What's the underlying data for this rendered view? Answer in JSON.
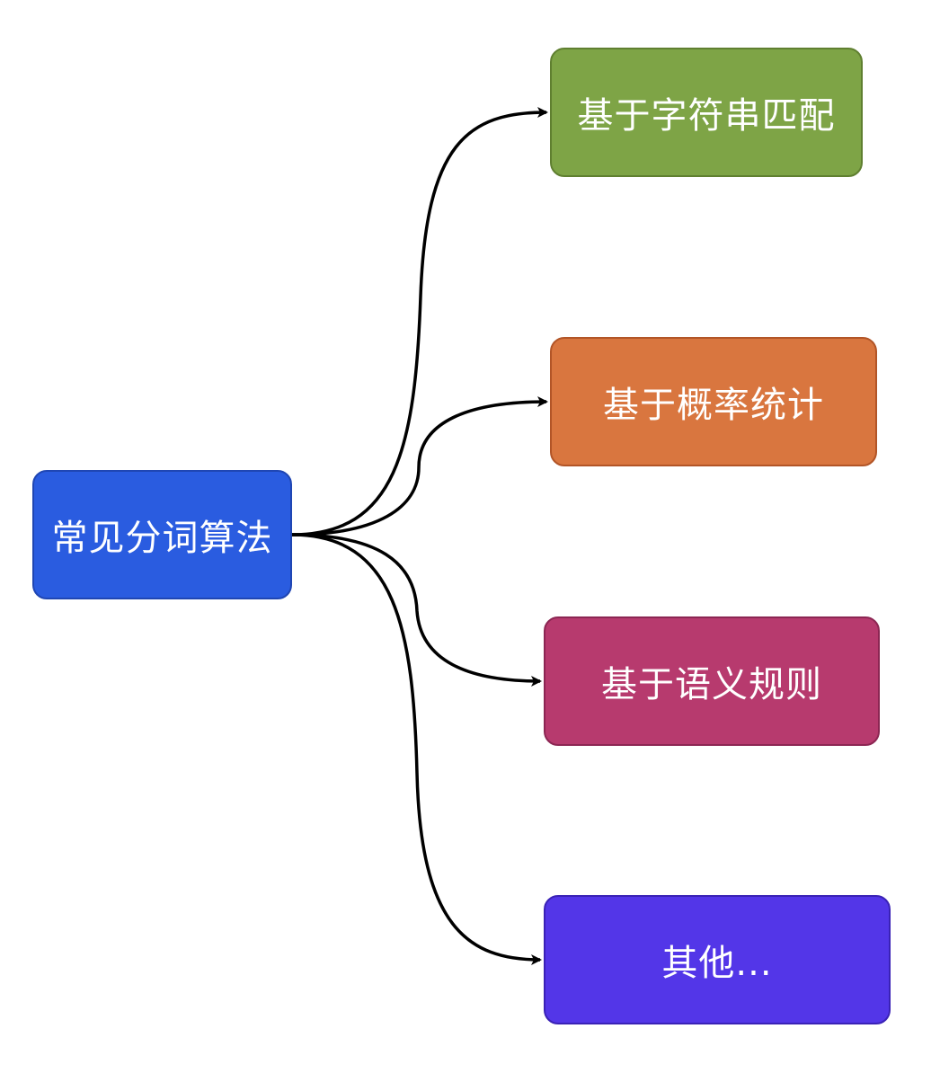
{
  "root": {
    "label": "常见分词算法",
    "color": "#2a5ce0"
  },
  "branches": [
    {
      "label": "基于字符串匹配",
      "color": "#7ea446"
    },
    {
      "label": "基于概率统计",
      "color": "#d9763f"
    },
    {
      "label": "基于语义规则",
      "color": "#b73a6e"
    },
    {
      "label": "其他...",
      "color": "#5336e8"
    }
  ]
}
